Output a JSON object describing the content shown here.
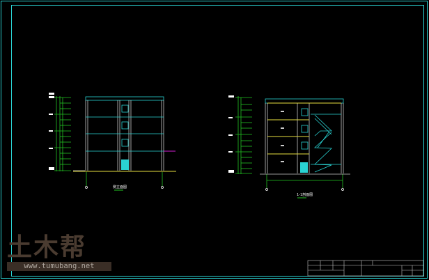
{
  "drawings": [
    {
      "title": "侧立面图",
      "floors": 4
    },
    {
      "title": "1-1剖面图",
      "floors": 4
    }
  ],
  "watermark": {
    "logo": "土木帮",
    "url": "www.tumubang.net"
  },
  "colors": {
    "frame": "#2ad4d4",
    "dim": "#22c422",
    "wall": "#c8c8c8",
    "slab": "#e8e040",
    "stair": "#2ad4d4",
    "accent": "#d020d0"
  }
}
